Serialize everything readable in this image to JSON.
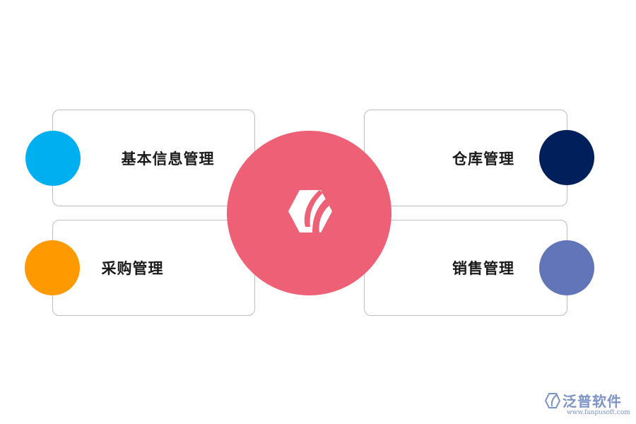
{
  "colors": {
    "hub": "#ee6076",
    "basic_info": "#00aff0",
    "purchase": "#ff9900",
    "warehouse": "#001f5b",
    "sales": "#6175b8",
    "watermark": "#7c93c7"
  },
  "hub": {
    "icon": "fanpu-logo-icon"
  },
  "items": [
    {
      "label": "基本信息管理"
    },
    {
      "label": "采购管理"
    },
    {
      "label": "仓库管理"
    },
    {
      "label": "销售管理"
    }
  ],
  "watermark": {
    "brand": "泛普软件",
    "url": "www.fanpusoft.com"
  }
}
